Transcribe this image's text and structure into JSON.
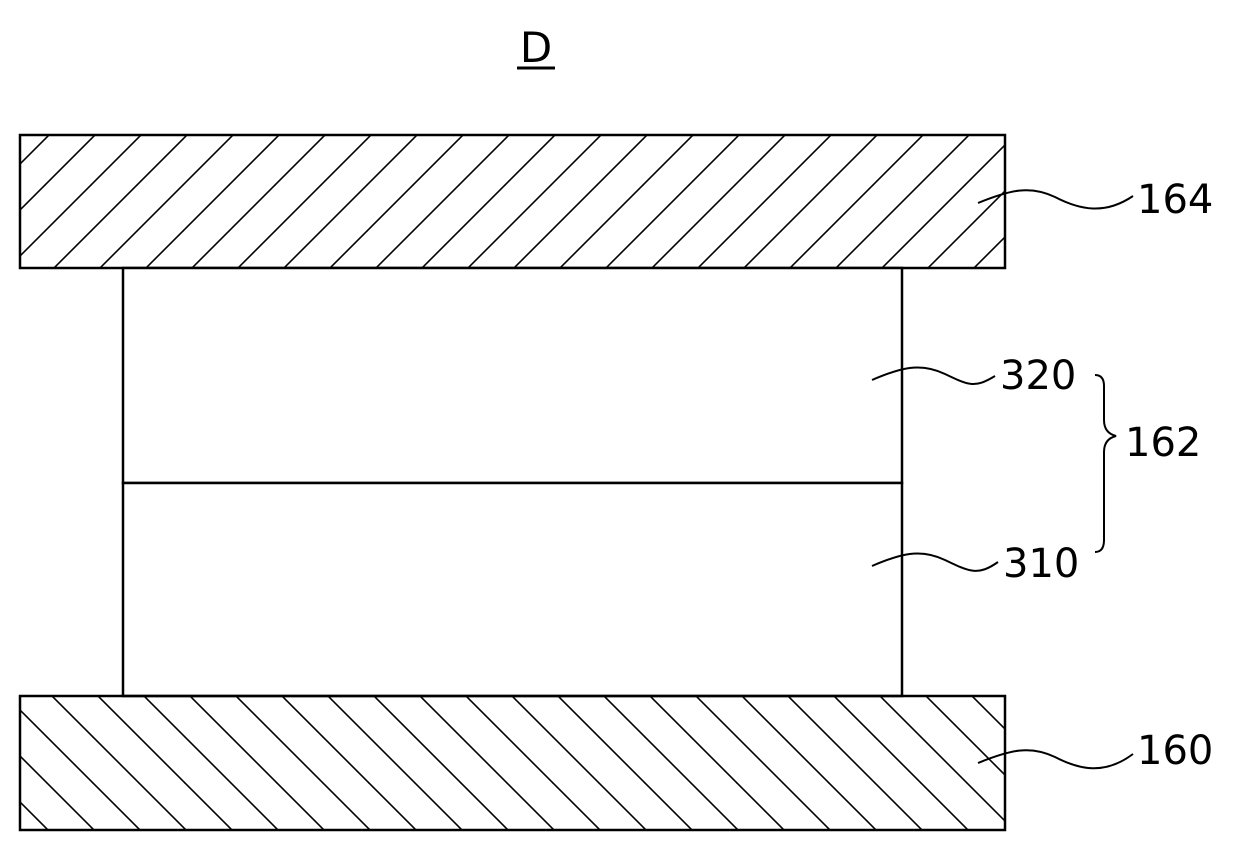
{
  "figure": {
    "title": "D",
    "layers": [
      {
        "id": "top_electrode",
        "ref": "164",
        "fill": "hatch-forward"
      },
      {
        "id": "upper_layer",
        "ref": "320",
        "fill": "none"
      },
      {
        "id": "lower_layer",
        "ref": "310",
        "fill": "none"
      },
      {
        "id": "bottom_electrode",
        "ref": "160",
        "fill": "hatch-backward"
      }
    ],
    "group": {
      "ref": "162",
      "members": [
        "320",
        "310"
      ]
    }
  },
  "colors": {
    "line": "#000000",
    "background": "#ffffff"
  }
}
